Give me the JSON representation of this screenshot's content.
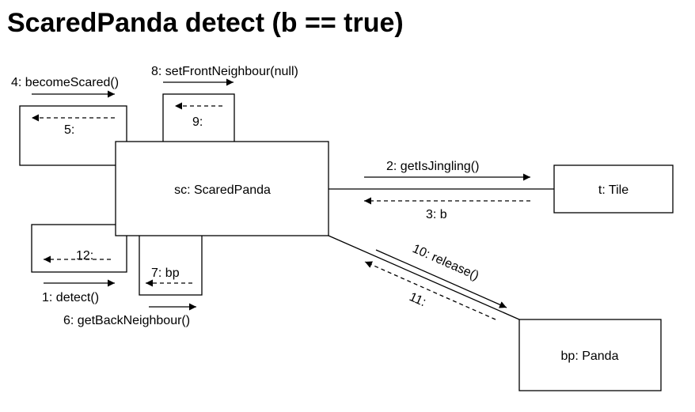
{
  "title": "ScaredPanda detect (b == true)",
  "objects": {
    "scared_panda": "sc: ScaredPanda",
    "tile": "t: Tile",
    "panda": "bp: Panda"
  },
  "messages": {
    "m1": "1: detect()",
    "m2": "2: getIsJingling()",
    "m3": "3: b",
    "m4": "4: becomeScared()",
    "m5": "5:",
    "m6": "6: getBackNeighbour()",
    "m7": "7: bp",
    "m8": "8: setFrontNeighbour(null)",
    "m9": "9:",
    "m10": "10: release()",
    "m11": "11:",
    "m12": "12:"
  }
}
